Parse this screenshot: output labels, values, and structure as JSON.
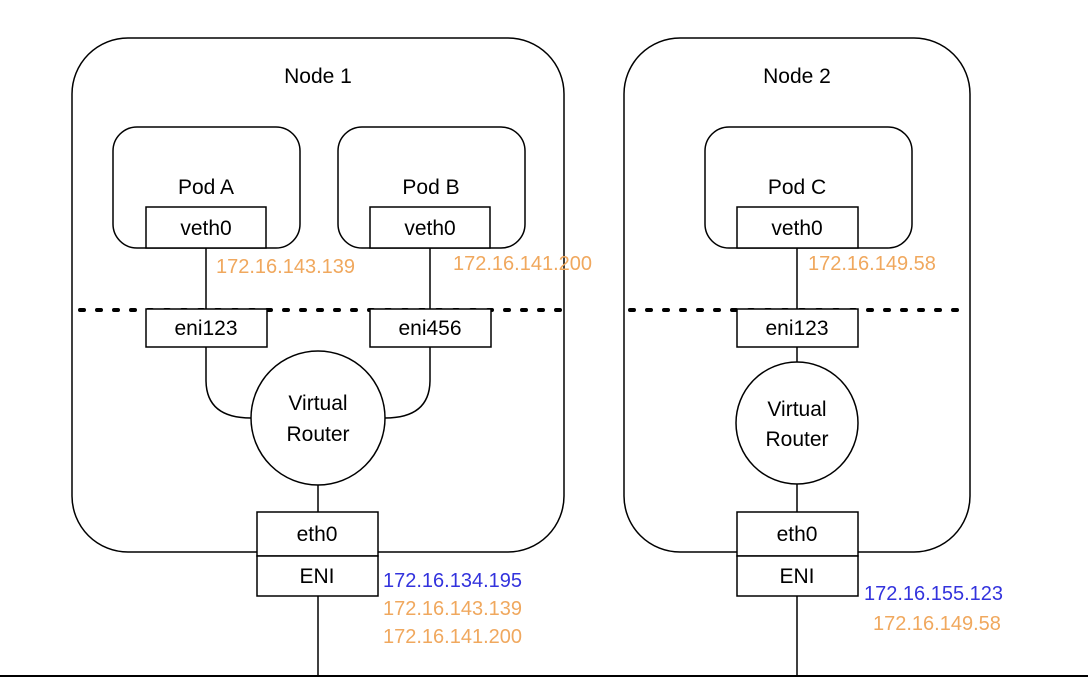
{
  "colors": {
    "line": "#000000",
    "background": "#ffffff",
    "pod_ip": "#f0a85e",
    "node_ip": "#3333dd"
  },
  "node1": {
    "title": "Node 1",
    "pod_a": {
      "title": "Pod A",
      "veth": "veth0",
      "ip": "172.16.143.139"
    },
    "pod_b": {
      "title": "Pod B",
      "veth": "veth0",
      "ip": "172.16.141.200"
    },
    "eni_a": "eni123",
    "eni_b": "eni456",
    "router_line1": "Virtual",
    "router_line2": "Router",
    "eth": "eth0",
    "eni": "ENI",
    "ips": {
      "primary": "172.16.134.195",
      "secondary": [
        "172.16.143.139",
        "172.16.141.200"
      ]
    }
  },
  "node2": {
    "title": "Node 2",
    "pod_c": {
      "title": "Pod C",
      "veth": "veth0",
      "ip": "172.16.149.58"
    },
    "eni_c": "eni123",
    "router_line1": "Virtual",
    "router_line2": "Router",
    "eth": "eth0",
    "eni": "ENI",
    "ips": {
      "primary": "172.16.155.123",
      "secondary": [
        "172.16.149.58"
      ]
    }
  }
}
